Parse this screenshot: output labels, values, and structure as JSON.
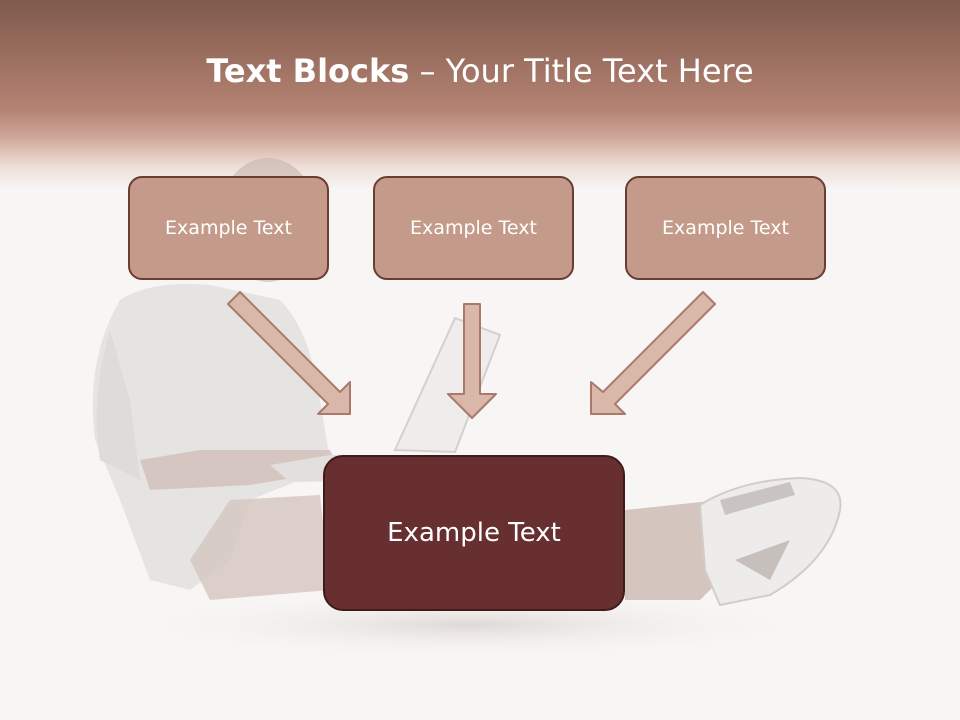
{
  "title": {
    "bold": "Text Blocks",
    "dash": " – ",
    "rest": "Your Title Text Here"
  },
  "blocks": [
    "Example Text",
    "Example Text",
    "Example Text"
  ],
  "main_block": "Example Text",
  "colors": {
    "header": "#9a6e5f",
    "small_box": "#c49b8a",
    "small_border": "#6a3c32",
    "main_box": "#672f2f",
    "arrow_fill": "#d9b7a9"
  }
}
